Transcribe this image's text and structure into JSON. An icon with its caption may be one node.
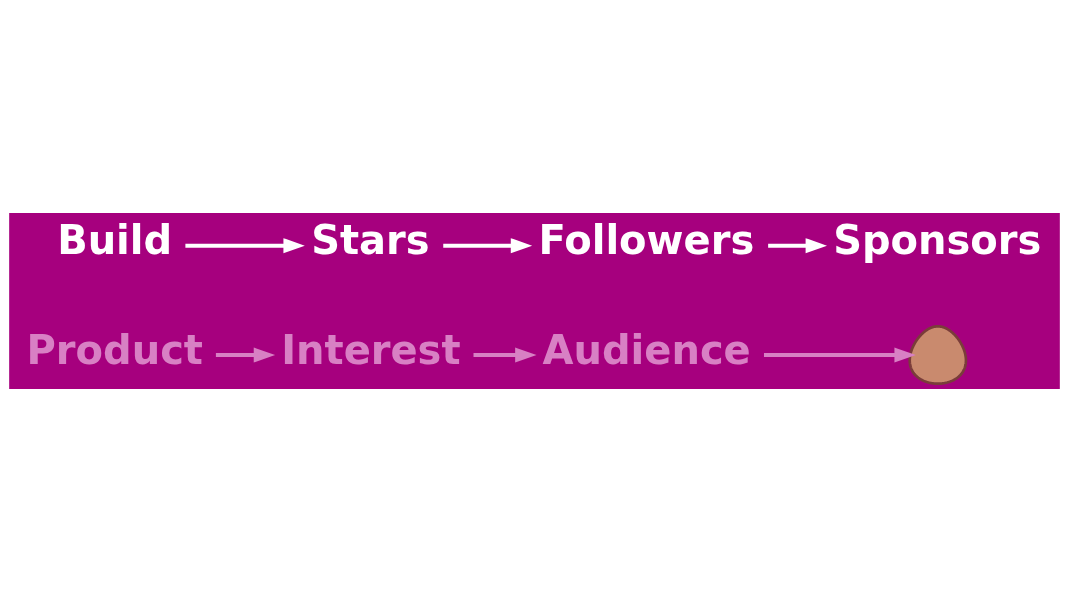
{
  "diagram": {
    "nodes": [
      {
        "text": [
          "Build"
        ]
      },
      {
        "text": [
          "Stars"
        ]
      },
      {
        "text": [
          "Followers"
        ]
      },
      {
        "text": [
          "Sponsors"
        ]
      },
      {
        "text": [
          "Product"
        ]
      },
      {
        "text": [
          "Interest"
        ]
      },
      {
        "text": [
          "Audience"
        ]
      },
      {
        "text": [],
        "shape": "picture"
      }
    ],
    "edges": [
      {
        "from": 0,
        "to": 1,
        "arrow": "to"
      },
      {
        "from": 1,
        "to": 2,
        "arrow": "to"
      },
      {
        "from": 2,
        "to": 3,
        "arrow": "to"
      },
      {
        "from": 4,
        "to": 5,
        "arrow": "to",
        "color": "#d880c4"
      },
      {
        "from": 5,
        "to": 6,
        "arrow": "to",
        "color": "#d880c4"
      },
      {
        "from": 6,
        "to": 7,
        "arrow": "to",
        "color": "#d880c4"
      }
    ]
  }
}
